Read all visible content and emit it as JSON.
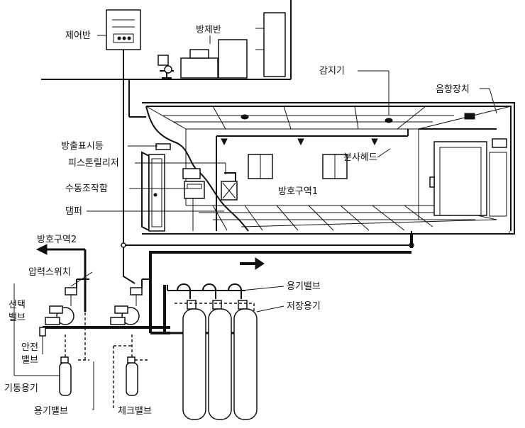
{
  "labels": {
    "control_panel": "제어반",
    "disaster_panel": "방제반",
    "detector": "감지기",
    "sound_device": "음향장치",
    "discharge_lamp": "방출표시등",
    "piston_release": "피스톤릴리저",
    "spray_head": "분사헤드",
    "manual_box": "수동조작함",
    "zone1": "방호구역1",
    "damper": "댐퍼",
    "zone2": "방호구역2",
    "pressure_switch": "압력스위치",
    "container_valve_top": "용기밸브",
    "storage_container": "저장용기",
    "selector_valve_1": "선택",
    "selector_valve_2": "밸브",
    "safety_valve_1": "안전",
    "safety_valve_2": "밸브",
    "pilot_container": "기동용기",
    "container_valve_bottom": "용기밸브",
    "check_valve": "체크밸브"
  }
}
